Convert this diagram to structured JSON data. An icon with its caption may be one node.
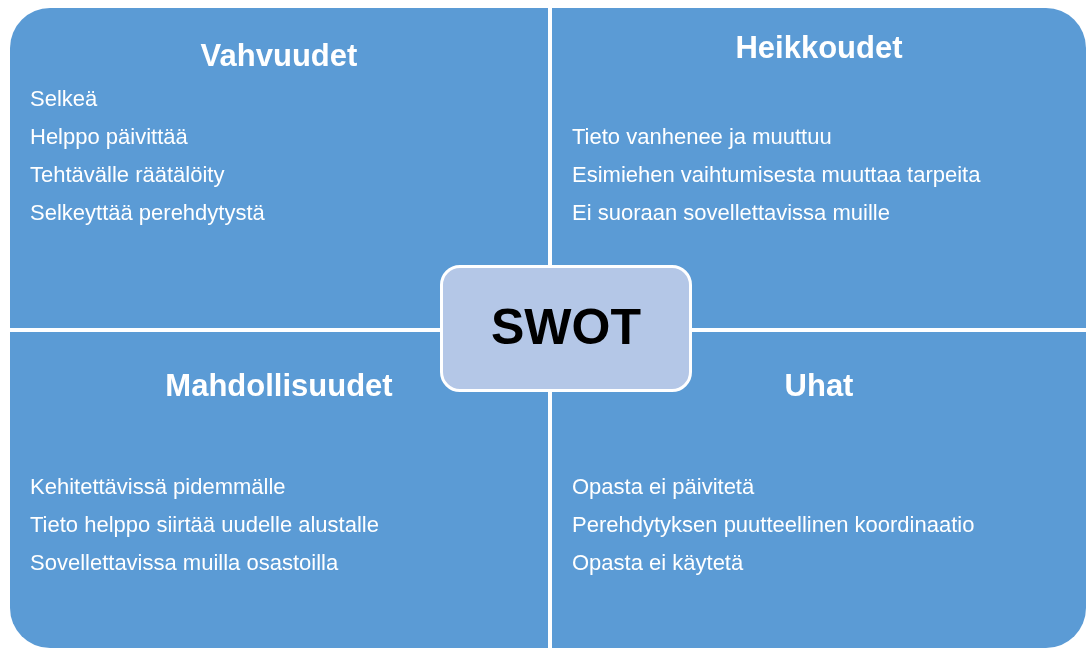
{
  "diagram": {
    "nodes": [
      {
        "text": [
          "Vahvuudet",
          "Selkeä",
          "Helppo päivittää",
          "Tehtävälle räätälöity",
          "Selkeyttää perehdytystä"
        ]
      },
      {
        "text": [
          "Heikkoudet",
          "Tieto vanhenee ja muuttuu",
          "Esimiehen vaihtumisesta muuttaa tarpeita",
          "Ei suoraan sovellettavissa muille"
        ]
      },
      {
        "text": [
          "Mahdollisuudet",
          "Kehitettävissä pidemmälle",
          "Tieto helppo siirtää uudelle alustalle",
          "Sovellettavissa muilla osastoilla"
        ]
      },
      {
        "text": [
          "Uhat",
          "Opasta ei päivitetä",
          "Perehdytyksen puutteellinen koordinaatio",
          "Opasta ei käytetä"
        ]
      },
      {
        "text": [
          "SWOT"
        ]
      }
    ]
  }
}
